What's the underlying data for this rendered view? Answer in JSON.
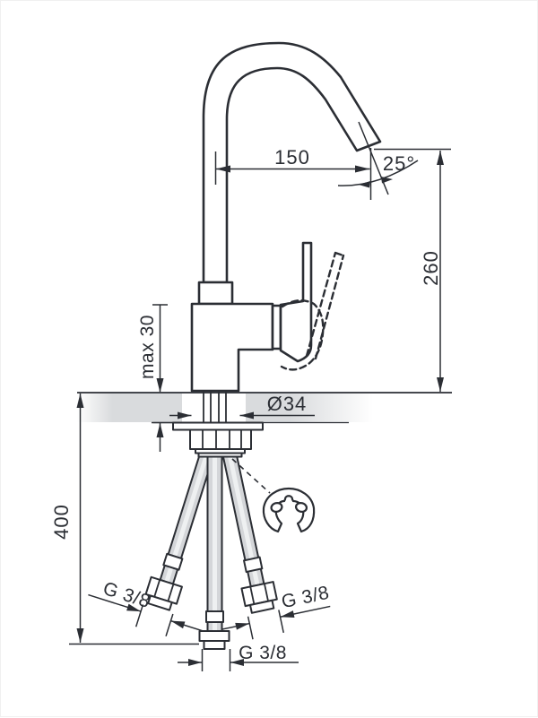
{
  "drawing": {
    "type": "technical-dimension-drawing",
    "subject": "single-lever sink mixer tap, side view with installation dimensions",
    "labels": {
      "spout_reach": "150",
      "spout_angle": "25°",
      "spout_height": "260",
      "max_deck_thickness": "max 30",
      "hole_diameter": "Ø34",
      "hose_length": "400",
      "thread_left": "G 3/8",
      "thread_right": "G 3/8",
      "thread_bottom": "G 3/8"
    },
    "colors": {
      "line": "#2b2e34",
      "deck_fill": "#d9dbdd",
      "hose_fill": "#d4d6d9",
      "background": "#ffffff"
    }
  }
}
